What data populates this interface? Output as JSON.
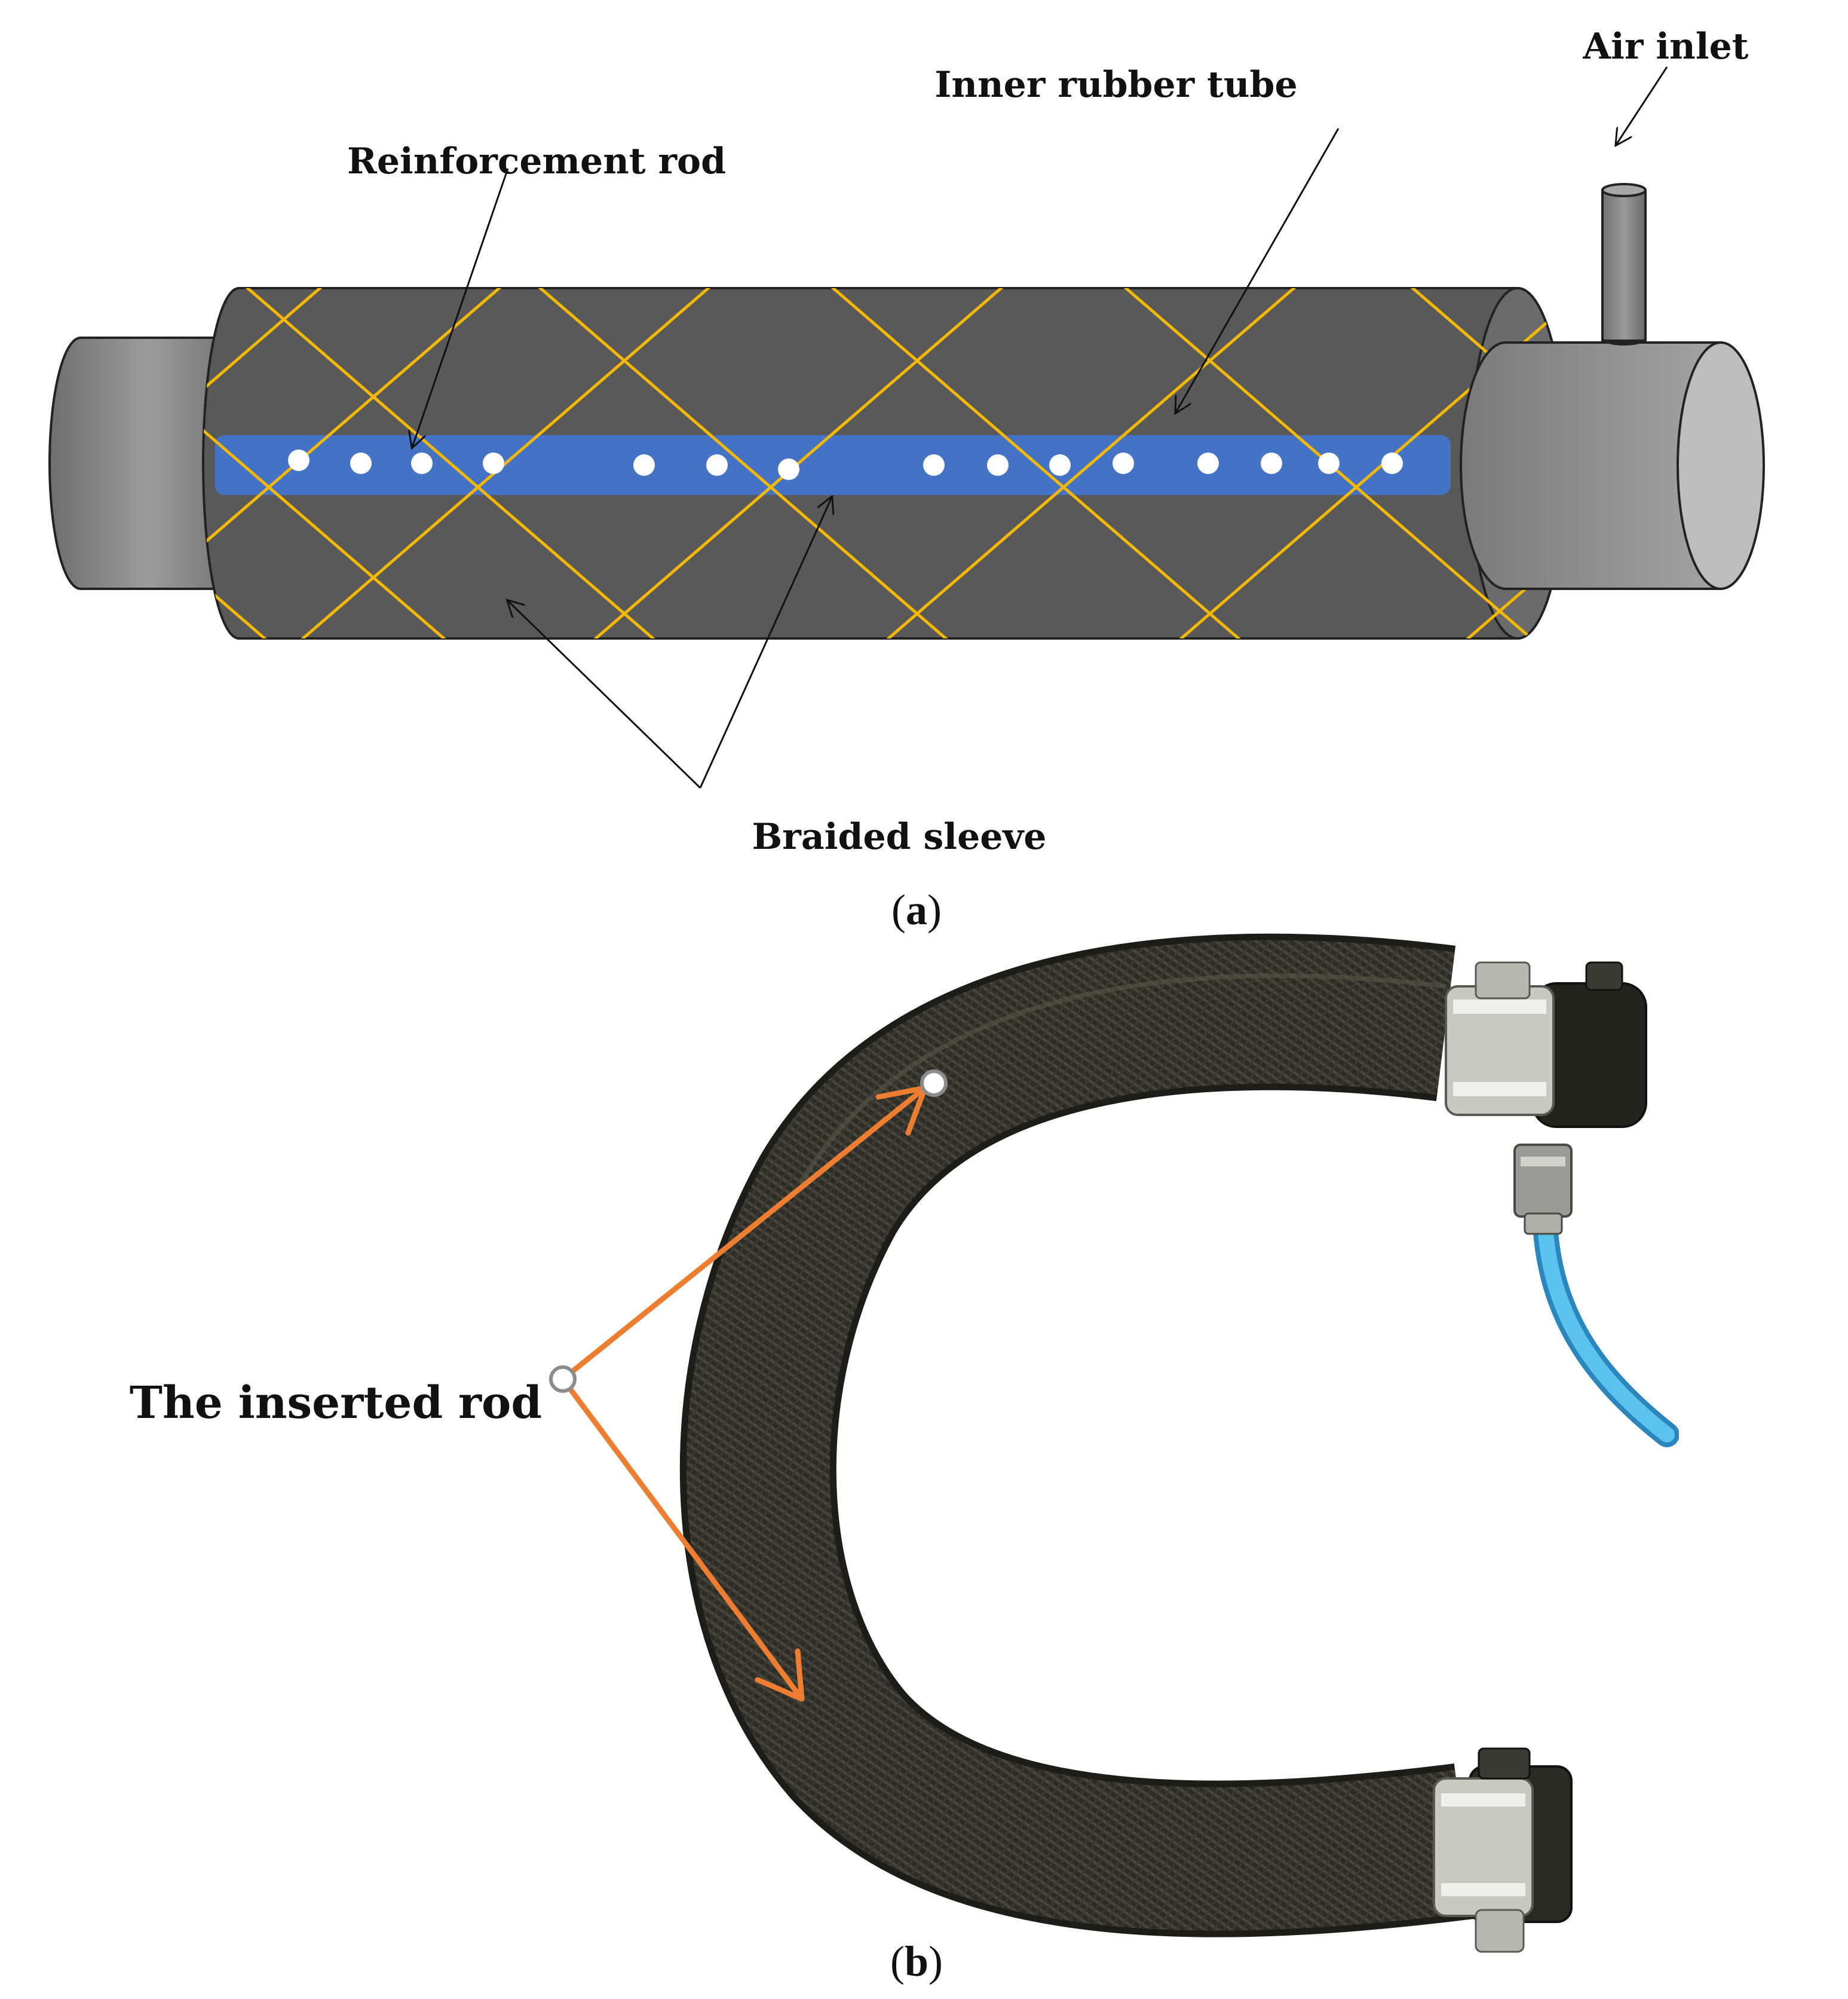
{
  "panel_a": {
    "labels": {
      "air_inlet": "Air inlet",
      "inner_rubber_tube": "Inner rubber tube",
      "reinforcement_rod": "Reinforcement rod",
      "braided_sleeve": "Braided sleeve"
    },
    "caption_letter": "a"
  },
  "panel_b": {
    "labels": {
      "inserted_rod": "The inserted rod"
    },
    "caption_letter": "b"
  },
  "colors": {
    "tube_body": "#595959",
    "end_cap": "#8c8c8c",
    "braid": "#f5b800",
    "rod": "#4472c4",
    "rod_holes": "#ffffff",
    "annotation_arrow": "#ed7d31",
    "photo_sleeve": "#2f2f28",
    "photo_hose": "#4fb3e3",
    "photo_clamp": "#c8c8c8"
  }
}
